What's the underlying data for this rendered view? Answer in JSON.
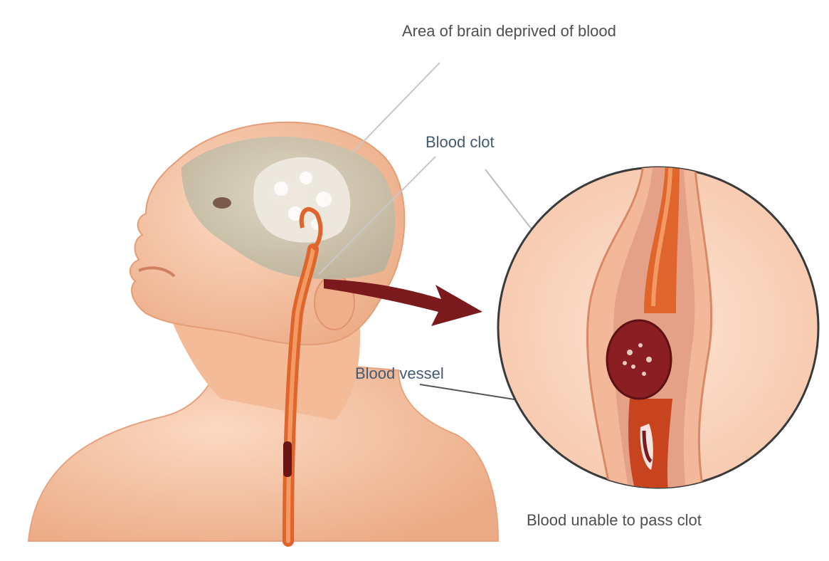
{
  "labels": {
    "deprived_area": "Area of brain deprived of blood",
    "blood_clot": "Blood clot",
    "blood_vessel": "Blood vessel",
    "blood_unable": "Blood unable to pass clot"
  },
  "colors": {
    "skin": "#f6c3a3",
    "skin_shadow": "#e99c76",
    "brain": "#c9c3b0",
    "artery": "#e0652c",
    "clot": "#8a1e22",
    "arrow": "#7a1a1c",
    "leader_line": "#c8c8c8"
  }
}
